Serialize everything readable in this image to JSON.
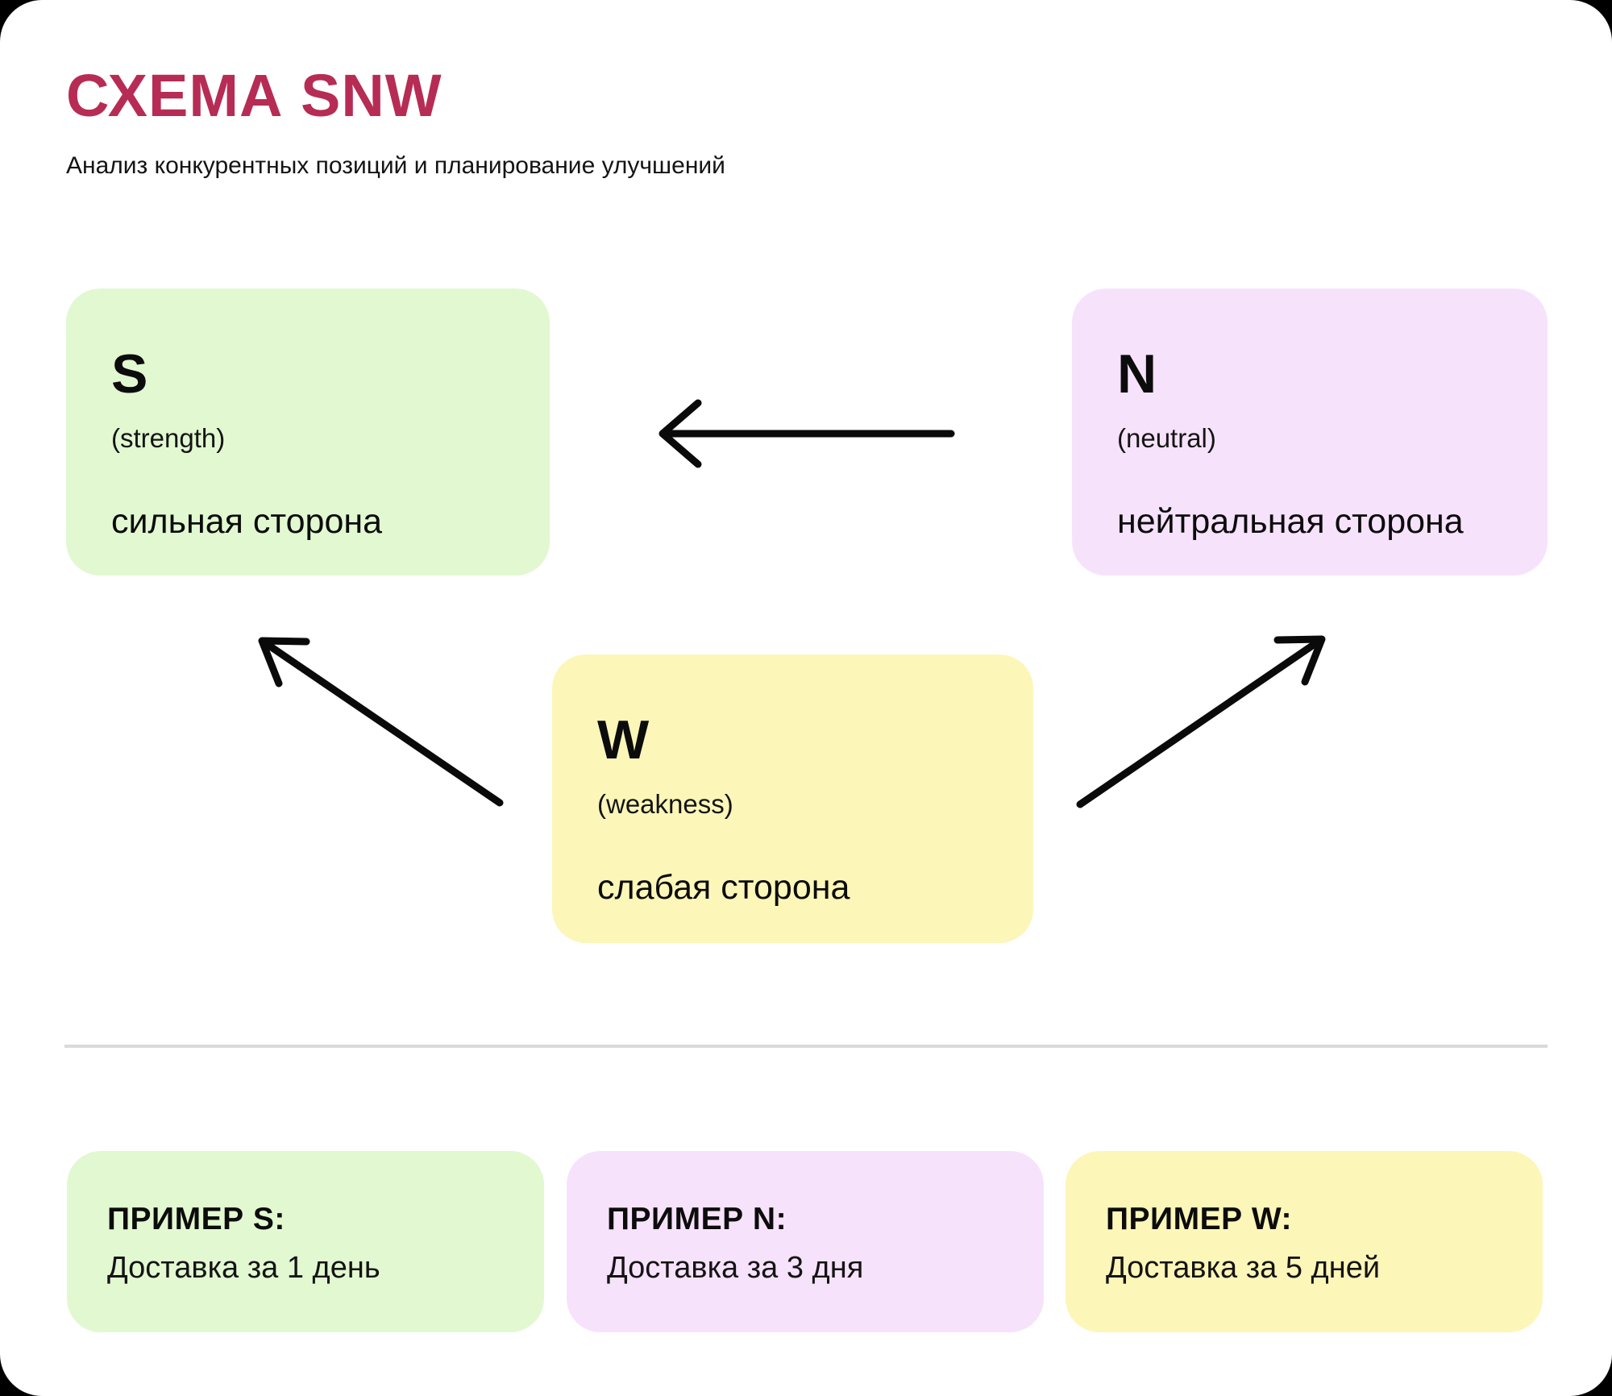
{
  "page": {
    "title": "СХЕМА SNW",
    "subtitle": "Анализ конкурентных позиций и планирование улучшений"
  },
  "colors": {
    "title": "#b62c54",
    "green": "#e2f8d1",
    "purple": "#f7e2fc",
    "yellow": "#fdf6b9",
    "arrow": "#0a0a0a",
    "divider": "#d9d9d9",
    "card_background": "#ffffff"
  },
  "nodes": [
    {
      "id": "s",
      "letter": "S",
      "latin": "(strength)",
      "label": "сильная сторона",
      "color": "green"
    },
    {
      "id": "n",
      "letter": "N",
      "latin": "(neutral)",
      "label": "нейтральная сторона",
      "color": "purple"
    },
    {
      "id": "w",
      "letter": "W",
      "latin": "(weakness)",
      "label": "слабая сторона",
      "color": "yellow"
    }
  ],
  "arrows": [
    {
      "id": "n-to-s",
      "from": "N",
      "to": "S",
      "direction": "left"
    },
    {
      "id": "w-to-s",
      "from": "W",
      "to": "S",
      "direction": "up-left"
    },
    {
      "id": "w-to-n",
      "from": "W",
      "to": "N",
      "direction": "up-right"
    }
  ],
  "examples": [
    {
      "title": "ПРИМЕР S:",
      "text": "Доставка за 1 день",
      "color": "green"
    },
    {
      "title": "ПРИМЕР N:",
      "text": "Доставка за 3 дня",
      "color": "purple"
    },
    {
      "title": "ПРИМЕР W:",
      "text": "Доставка за 5 дней",
      "color": "yellow"
    }
  ]
}
